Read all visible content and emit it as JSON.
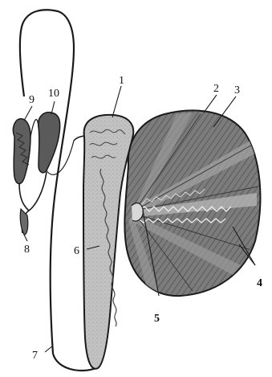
{
  "figure": {
    "labels": {
      "l1": "1",
      "l2": "2",
      "l3": "3",
      "l4": "4",
      "l5": "5",
      "l6": "6",
      "l7": "7",
      "l8": "8",
      "l9": "9",
      "l10": "10"
    }
  },
  "colors": {
    "line": "#1a1a1a",
    "testis_fill": "#777777",
    "testis_light": "#a4a4a4",
    "epididymis_fill": "#bdbdbd",
    "vesicle_fill": "#5e5e5e"
  }
}
